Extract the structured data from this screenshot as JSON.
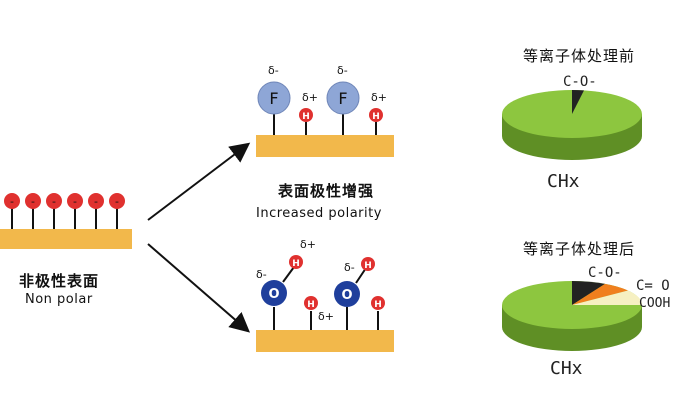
{
  "left": {
    "title_zh": "非极性表面",
    "title_en": "Non polar",
    "atom_label": "-"
  },
  "middle": {
    "top_caption_zh": "表面极性增强",
    "top_caption_en": "Increased polarity",
    "atoms": {
      "F": "F",
      "H": "H",
      "O": "O"
    },
    "delta_minus": "δ-",
    "delta_plus": "δ+"
  },
  "right": {
    "before": {
      "title": "等离子体处理前",
      "top_label": "C-O-",
      "bottom_label": "CHx"
    },
    "after": {
      "title": "等离子体处理后",
      "labels": {
        "co": "C-O-",
        "c_double_o": "C= O",
        "cooh": "COOH",
        "chx": "CHx"
      }
    }
  },
  "colors": {
    "substrate": "#f2b84b",
    "h_atom": "#e0312f",
    "f_atom": "#8ea6d6",
    "o_atom": "#1f3f9c",
    "pie_green": "#8dc63f",
    "pie_green_side": "#5f8f25",
    "pie_dark": "#222222",
    "pie_orange": "#f07f1e",
    "pie_cream": "#f6f0c2"
  }
}
